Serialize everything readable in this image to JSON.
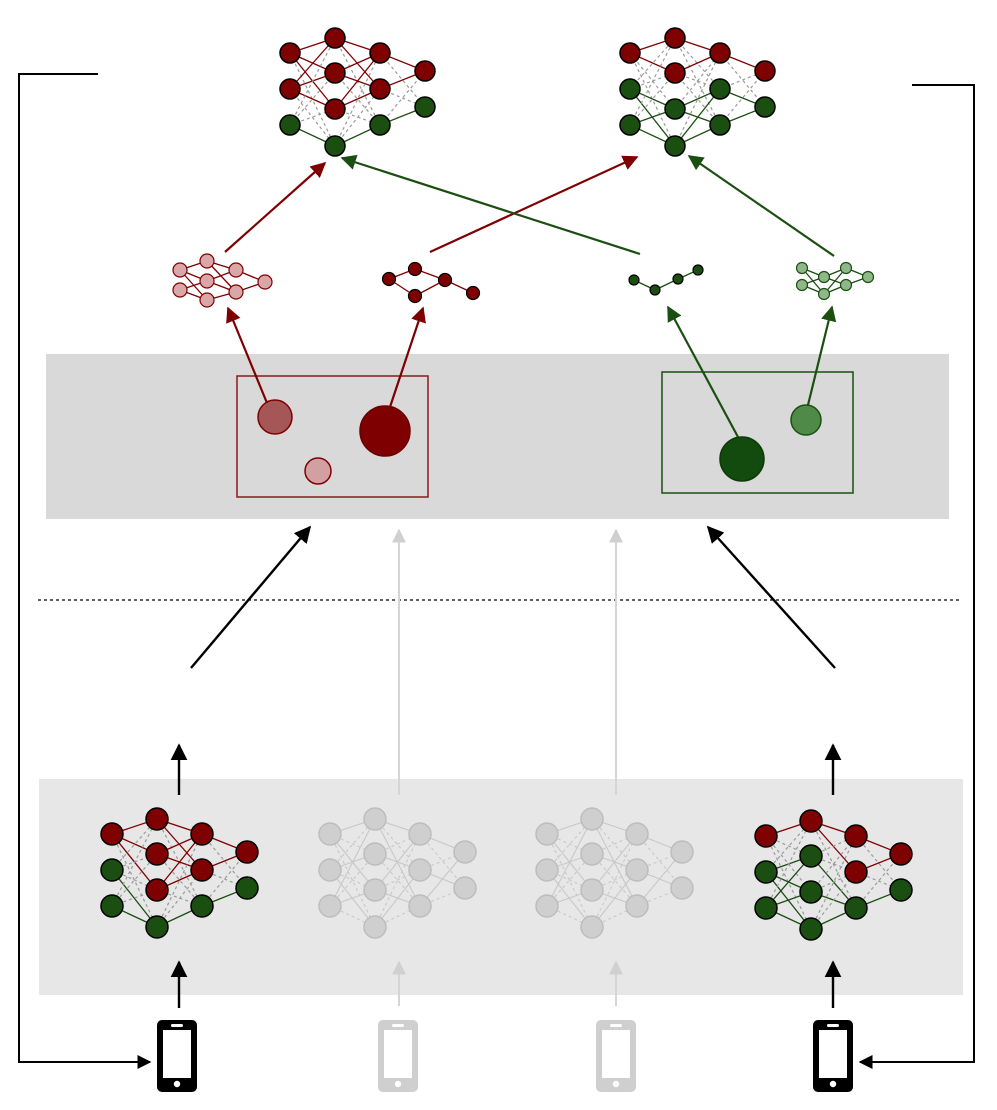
{
  "colors": {
    "background": "#ffffff",
    "band_dark": "#d9d9d9",
    "band_light": "#e7e7e7",
    "red": "#7f0000",
    "red_dark": "#8b1a1a",
    "red_mid": "#a55656",
    "red_light": "#d9a7a7",
    "green": "#1b4f12",
    "green_dark": "#134a0d",
    "green_mid": "#4f8a48",
    "green_light": "#8fb78a",
    "ghost": "#cfcfcf",
    "ghost_line": "#c8c8c8",
    "black": "#000000",
    "dotted_conn": "#9a9a9a"
  },
  "icons": [
    "smartphone-icon",
    "neural-network-icon",
    "subnetwork-icon",
    "cluster-node-icon",
    "arrow-icon"
  ],
  "clients": [
    {
      "id": "client-1",
      "active": true
    },
    {
      "id": "client-2",
      "active": false
    },
    {
      "id": "client-3",
      "active": false
    },
    {
      "id": "client-4",
      "active": true
    }
  ],
  "clusters": [
    {
      "id": "cluster-red",
      "color": "red",
      "nodes": 3
    },
    {
      "id": "cluster-green",
      "color": "green",
      "nodes": 2
    }
  ],
  "aggregated_models": [
    {
      "id": "global-model-1"
    },
    {
      "id": "global-model-2"
    }
  ]
}
